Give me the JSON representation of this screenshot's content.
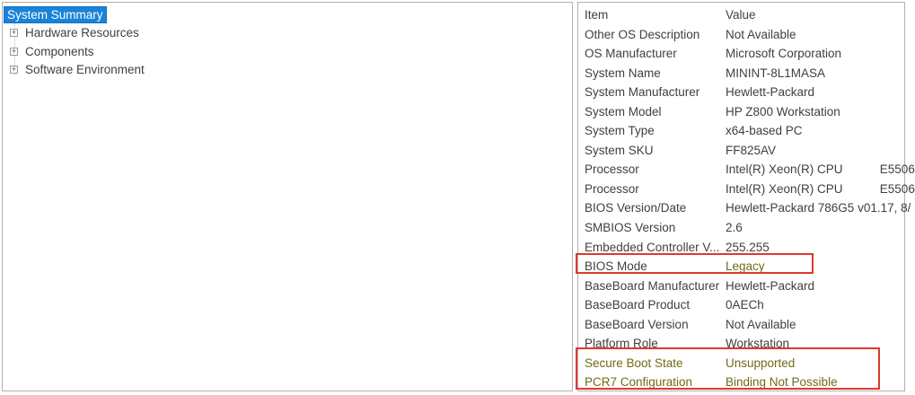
{
  "colors": {
    "selection_bg": "#1883d9",
    "selection_text": "#ffffff",
    "text": "#3f3f3f",
    "accent_olive": "#6f6b15",
    "annotation_red": "#e0392b"
  },
  "tree": {
    "expand_glyph": "+",
    "items": [
      {
        "label": "System Summary",
        "selected": true,
        "expandable": false
      },
      {
        "label": "Hardware Resources",
        "selected": false,
        "expandable": true
      },
      {
        "label": "Components",
        "selected": false,
        "expandable": true
      },
      {
        "label": "Software Environment",
        "selected": false,
        "expandable": true
      }
    ]
  },
  "details": {
    "columns": {
      "item": "Item",
      "value": "Value"
    },
    "rows": [
      {
        "item": "Other OS Description",
        "value": "Not Available"
      },
      {
        "item": "OS Manufacturer",
        "value": "Microsoft Corporation"
      },
      {
        "item": "System Name",
        "value": "MININT-8L1MASA"
      },
      {
        "item": "System Manufacturer",
        "value": "Hewlett-Packard"
      },
      {
        "item": "System Model",
        "value": "HP Z800 Workstation"
      },
      {
        "item": "System Type",
        "value": "x64-based PC"
      },
      {
        "item": "System SKU",
        "value": "FF825AV"
      },
      {
        "item": "Processor",
        "value": "Intel(R) Xeon(R) CPU           E5506"
      },
      {
        "item": "Processor",
        "value": "Intel(R) Xeon(R) CPU           E5506"
      },
      {
        "item": "BIOS Version/Date",
        "value": "Hewlett-Packard 786G5 v01.17, 8/"
      },
      {
        "item": "SMBIOS Version",
        "value": "2.6"
      },
      {
        "item": "Embedded Controller V...",
        "value": "255.255"
      },
      {
        "item": "BIOS Mode",
        "value": "Legacy",
        "value_accent": true
      },
      {
        "item": "BaseBoard Manufacturer",
        "value": "Hewlett-Packard"
      },
      {
        "item": "BaseBoard Product",
        "value": "0AECh"
      },
      {
        "item": "BaseBoard Version",
        "value": "Not Available"
      },
      {
        "item": "Platform Role",
        "value": "Workstation"
      },
      {
        "item": "Secure Boot State",
        "value": "Unsupported",
        "item_accent": true,
        "value_accent": true
      },
      {
        "item": "PCR7 Configuration",
        "value": "Binding Not Possible",
        "item_accent": true,
        "value_accent": true
      }
    ]
  },
  "annotations": [
    {
      "name": "bios-mode-highlight"
    },
    {
      "name": "secure-boot-pcr7-highlight"
    }
  ]
}
